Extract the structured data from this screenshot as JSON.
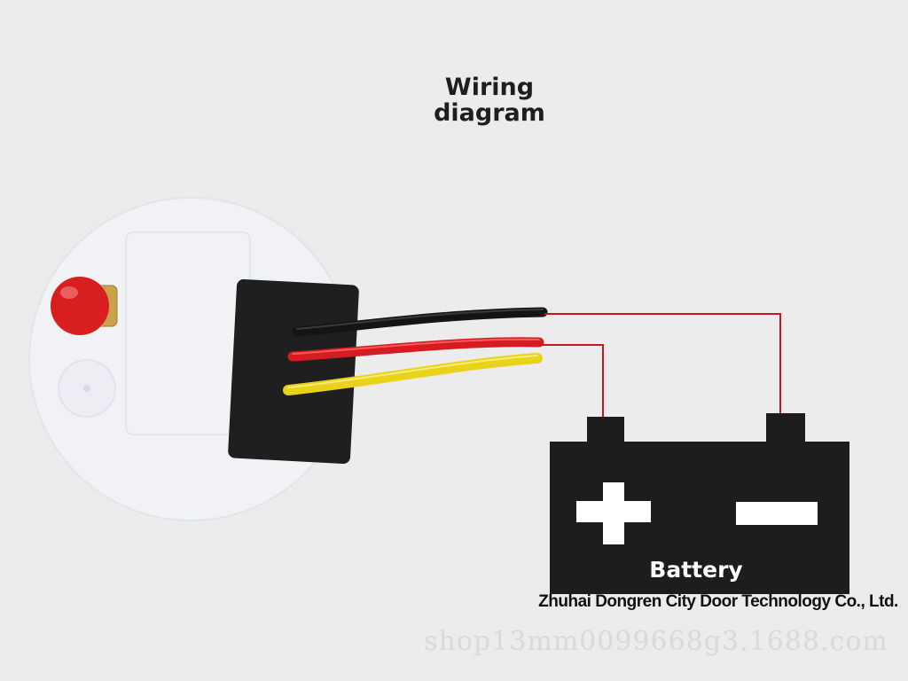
{
  "title_line1": "Wiring",
  "title_line2": "diagram",
  "battery": {
    "label": "Battery",
    "positive_symbol": "+",
    "negative_symbol": "−"
  },
  "company_name": "Zhuhai Dongren City Door Technology Co., Ltd.",
  "watermark": "shop13mm0099668g3.1688.com",
  "colors": {
    "background": "#ececec",
    "device_body": "#f2f3f7",
    "connector": "#1f1f1f",
    "wire_black": "#141414",
    "wire_red": "#d61c22",
    "wire_yellow": "#e9d21a",
    "led": "#d81e1e",
    "battery": "#1d1d1d",
    "lead_line": "#c8161d"
  },
  "icons": [
    "led-indicator-icon",
    "battery-icon",
    "plus-icon",
    "minus-icon"
  ]
}
